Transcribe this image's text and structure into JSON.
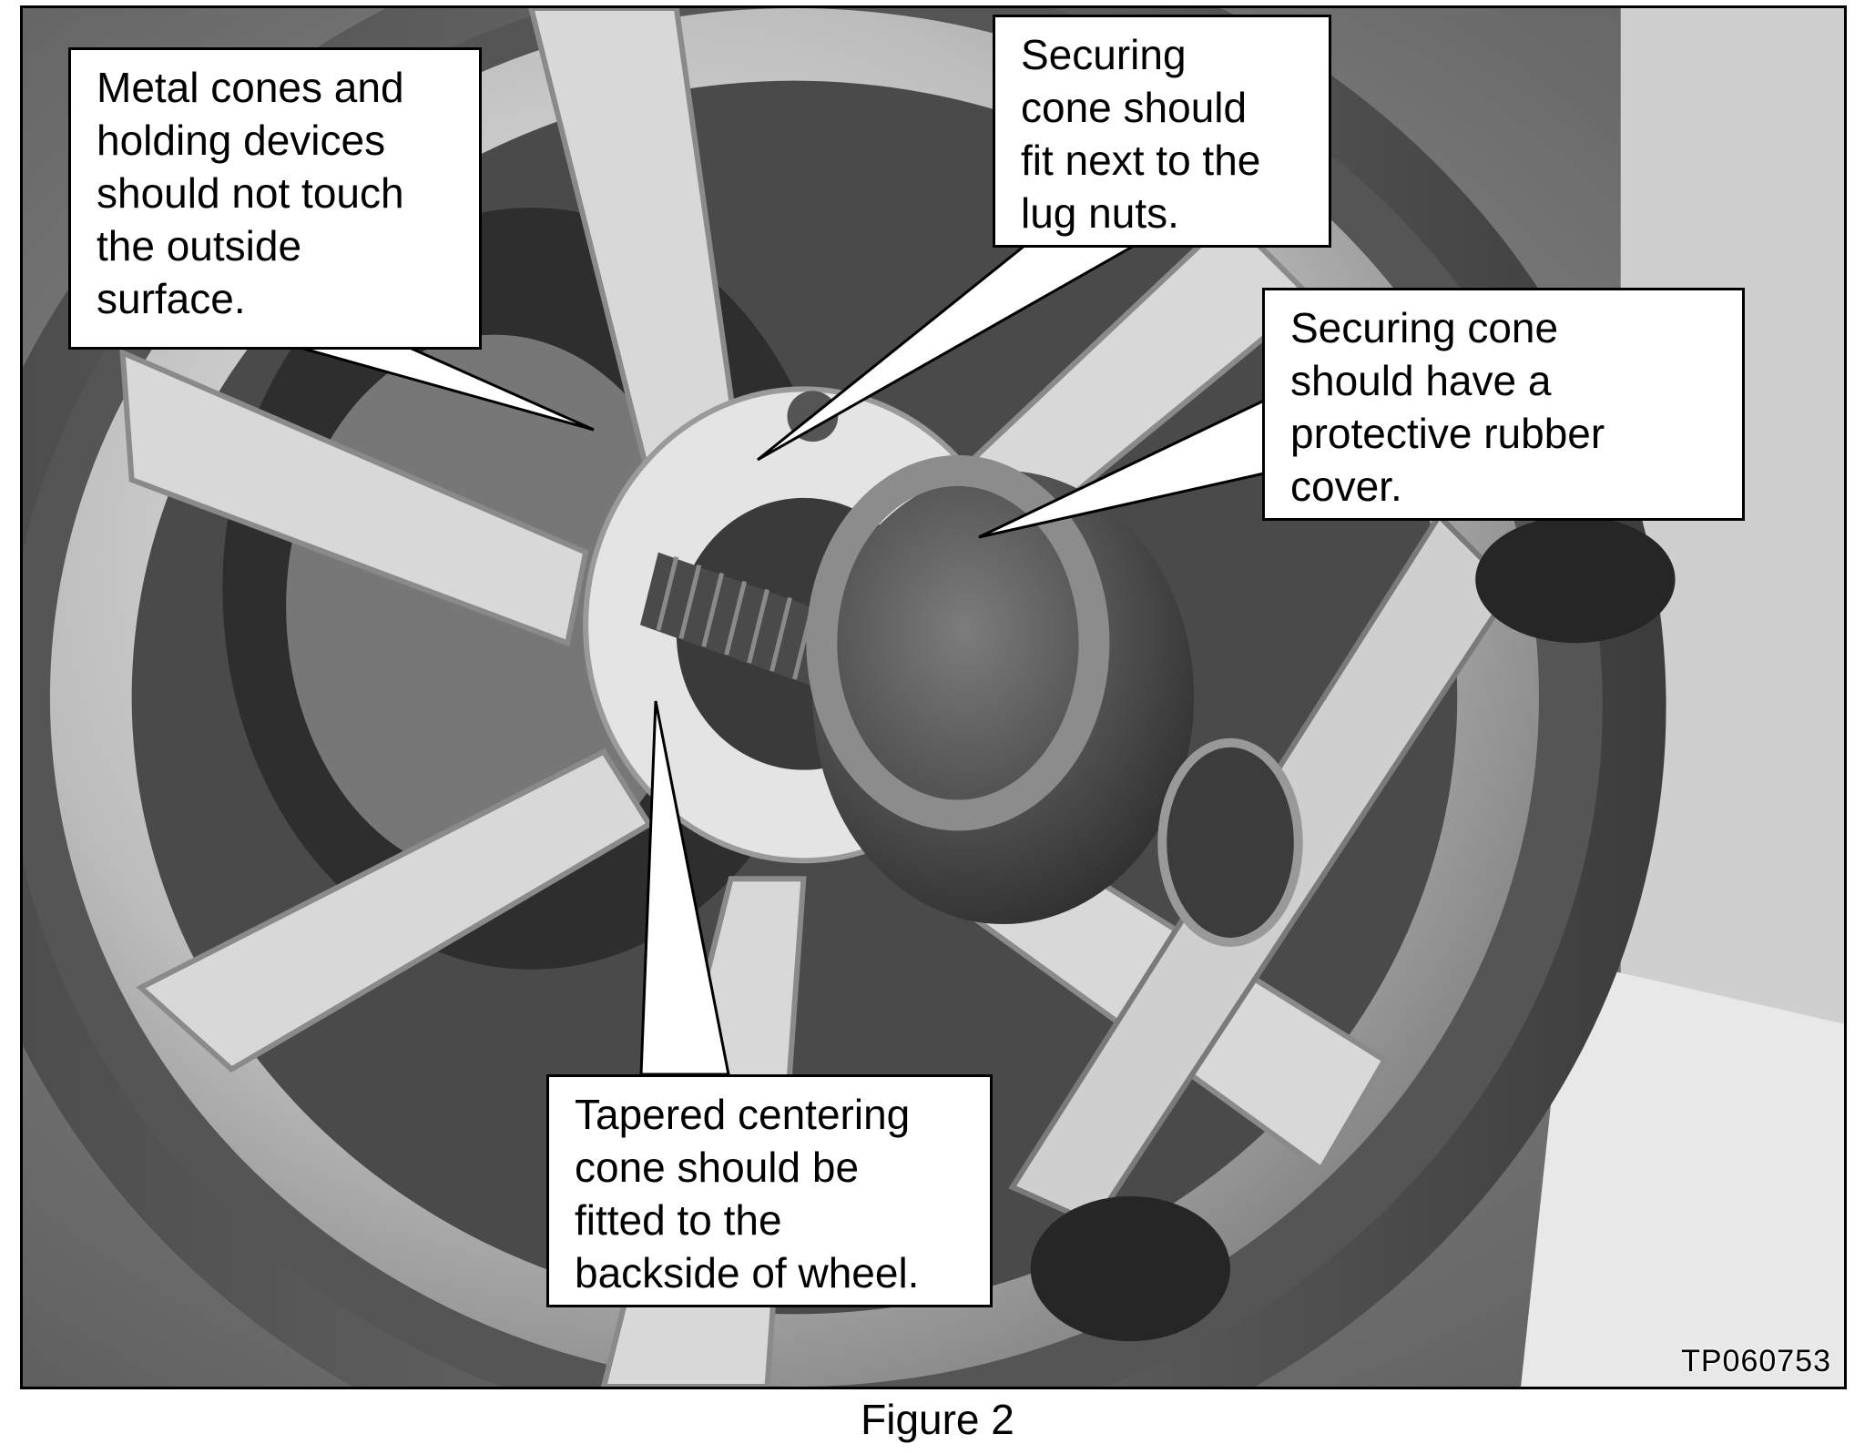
{
  "photo": {
    "image_code": "TP060753"
  },
  "callouts": [
    {
      "text": "Metal cones and\nholding devices\nshould not touch\nthe outside\nsurface."
    },
    {
      "text": "Securing\ncone should\nfit next to the\nlug nuts."
    },
    {
      "text": "Securing cone\nshould have a\nprotective rubber\ncover."
    },
    {
      "text": "Tapered centering\ncone should be\nfitted to the\nbackside of wheel."
    }
  ],
  "caption": "Figure 2"
}
